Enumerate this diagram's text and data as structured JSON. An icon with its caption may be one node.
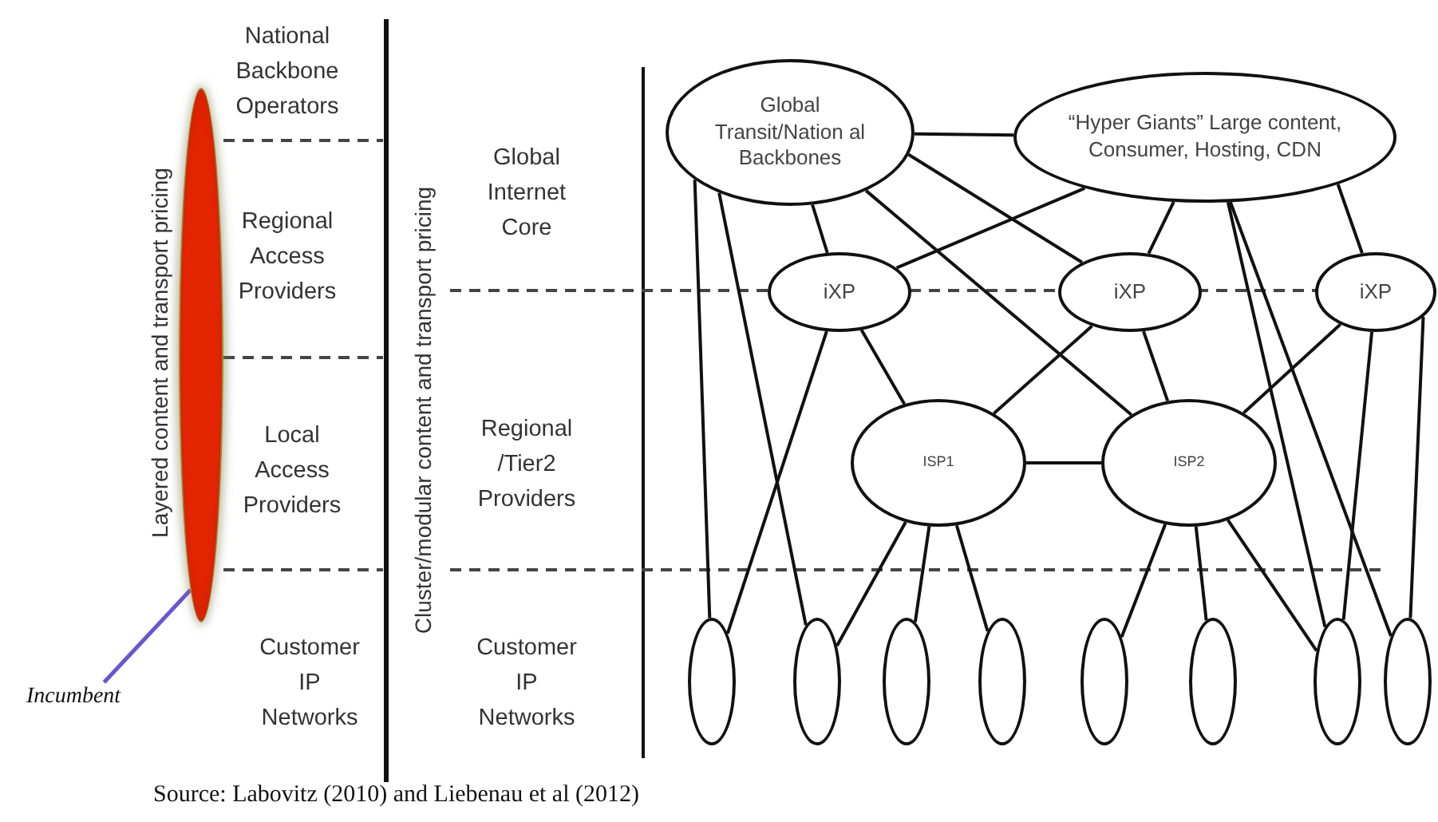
{
  "diagram": {
    "caption": "Source: Labovitz (2010) and Liebenau et al (2012)",
    "nodes": [
      {
        "text": [
          "Global Transit/Nation al Backbones"
        ]
      },
      {
        "text": [
          "“Hyper Giants” Large content, Consumer, Hosting, CDN"
        ]
      },
      {
        "text": [
          "iXP"
        ]
      },
      {
        "text": [
          "iXP"
        ]
      },
      {
        "text": [
          "iXP"
        ]
      },
      {
        "text": [
          "ISP1"
        ]
      },
      {
        "text": [
          "ISP2"
        ]
      },
      {
        "text": [],
        "shape": "ellipse"
      },
      {
        "text": [],
        "shape": "ellipse"
      },
      {
        "text": [],
        "shape": "ellipse"
      },
      {
        "text": [],
        "shape": "ellipse"
      },
      {
        "text": [],
        "shape": "ellipse"
      },
      {
        "text": [],
        "shape": "ellipse"
      },
      {
        "text": [],
        "shape": "ellipse"
      },
      {
        "text": [],
        "shape": "ellipse"
      },
      {
        "text": [],
        "shape": "ellipse"
      },
      {
        "text": [
          "Incumbent"
        ]
      }
    ],
    "edges": [
      {
        "from": 0,
        "to": 1,
        "arrow": "none"
      },
      {
        "from": 0,
        "to": 7,
        "arrow": "none"
      },
      {
        "from": 0,
        "to": 8,
        "arrow": "none"
      },
      {
        "from": 0,
        "to": 2,
        "arrow": "none"
      },
      {
        "from": 0,
        "to": 6,
        "arrow": "none"
      },
      {
        "from": 0,
        "to": 3,
        "arrow": "none"
      },
      {
        "from": 1,
        "to": 2,
        "arrow": "none"
      },
      {
        "from": 1,
        "to": 3,
        "arrow": "none"
      },
      {
        "from": 1,
        "to": 13,
        "arrow": "none"
      },
      {
        "from": 1,
        "to": 14,
        "arrow": "none"
      },
      {
        "from": 1,
        "to": 4,
        "arrow": "none"
      },
      {
        "from": 2,
        "to": 7,
        "arrow": "none"
      },
      {
        "from": 2,
        "to": 5,
        "arrow": "none"
      },
      {
        "from": 3,
        "to": 5,
        "arrow": "none"
      },
      {
        "from": 3,
        "to": 6,
        "arrow": "none"
      },
      {
        "from": 4,
        "to": 6,
        "arrow": "none"
      },
      {
        "from": 4,
        "to": 13,
        "arrow": "none"
      },
      {
        "from": 4,
        "to": 14,
        "arrow": "none"
      },
      {
        "from": 5,
        "to": 6,
        "arrow": "none"
      },
      {
        "from": 5,
        "to": 8,
        "arrow": "none"
      },
      {
        "from": 5,
        "to": 9,
        "arrow": "none"
      },
      {
        "from": 5,
        "to": 10,
        "arrow": "none"
      },
      {
        "from": 6,
        "to": 11,
        "arrow": "none"
      },
      {
        "from": 6,
        "to": 12,
        "arrow": "none"
      },
      {
        "from": 6,
        "to": 13,
        "arrow": "none"
      },
      {
        "from": 16,
        "to": 15,
        "arrow": "none",
        "color": "#6a55d0"
      }
    ],
    "labels": [
      "National Backbone Operators",
      "Regional Access Providers",
      "Local Access Providers",
      "Customer IP Networks",
      "Layered content and transport pricing",
      "Cluster/modular content and transport pricing",
      "Global Internet Core",
      "Regional /Tier2 Providers",
      "Customer IP Networks"
    ]
  }
}
